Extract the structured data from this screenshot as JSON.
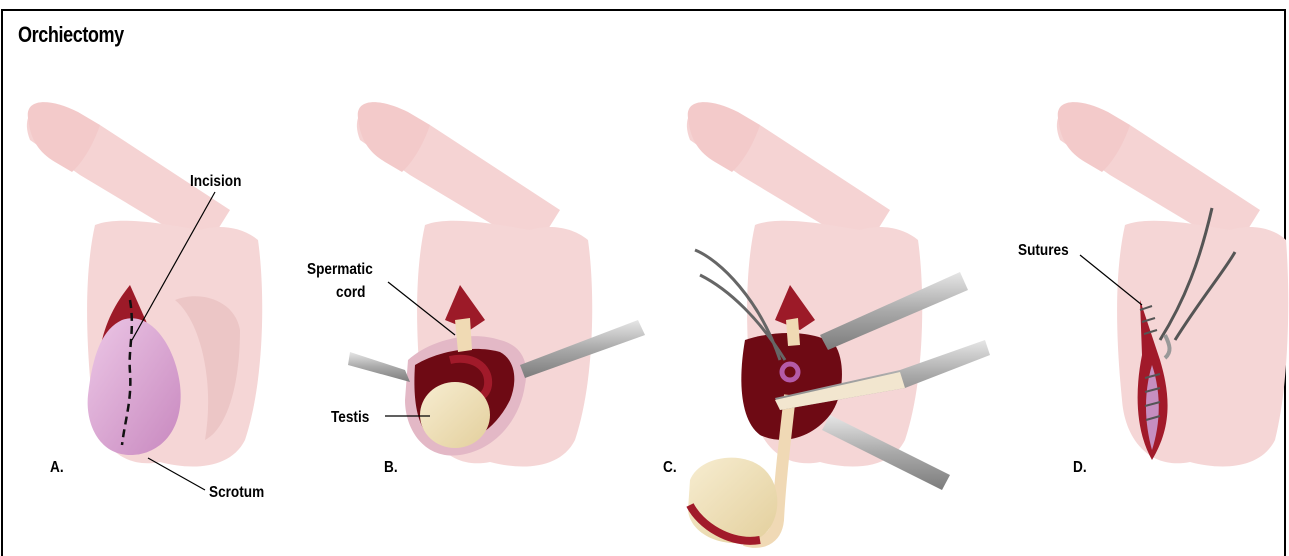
{
  "title": "Orchiectomy",
  "panels": {
    "a": {
      "letter": "A.",
      "labels": {
        "incision": "Incision",
        "scrotum": "Scrotum"
      }
    },
    "b": {
      "letter": "B.",
      "labels": {
        "spermatic_cord_1": "Spermatic",
        "spermatic_cord_2": "cord",
        "testis": "Testis"
      }
    },
    "c": {
      "letter": "C."
    },
    "d": {
      "letter": "D.",
      "labels": {
        "sutures": "Sutures"
      }
    }
  },
  "colors": {
    "skin": "#f5d6d6",
    "skin_shadow": "#ecc6c6",
    "incision": "#a11a2a",
    "cavity": "#6e0a14",
    "testis": "#efe1b8",
    "cord": "#f0d9b5",
    "tunica": "#d9a2cf",
    "instrument": "#b5b5b5"
  }
}
